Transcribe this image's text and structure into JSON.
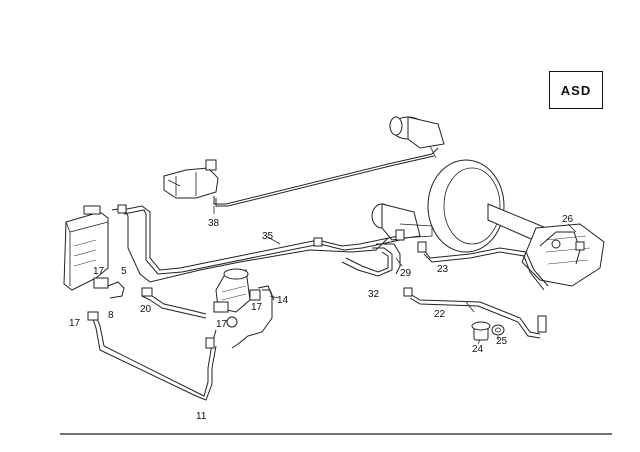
{
  "badge": {
    "label": "ASD"
  },
  "part_labels": [
    {
      "id": "label-38",
      "text": "38"
    },
    {
      "id": "label-35",
      "text": "35"
    },
    {
      "id": "label-26",
      "text": "26"
    },
    {
      "id": "label-29",
      "text": "29"
    },
    {
      "id": "label-23",
      "text": "23"
    },
    {
      "id": "label-32",
      "text": "32"
    },
    {
      "id": "label-22",
      "text": "22"
    },
    {
      "id": "label-24",
      "text": "24"
    },
    {
      "id": "label-25",
      "text": "25"
    },
    {
      "id": "label-17a",
      "text": "17"
    },
    {
      "id": "label-5",
      "text": "5"
    },
    {
      "id": "label-14",
      "text": "14"
    },
    {
      "id": "label-20",
      "text": "20"
    },
    {
      "id": "label-17b",
      "text": "17"
    },
    {
      "id": "label-8",
      "text": "8"
    },
    {
      "id": "label-17c",
      "text": "17"
    },
    {
      "id": "label-17d",
      "text": "17"
    },
    {
      "id": "label-11",
      "text": "11"
    }
  ]
}
